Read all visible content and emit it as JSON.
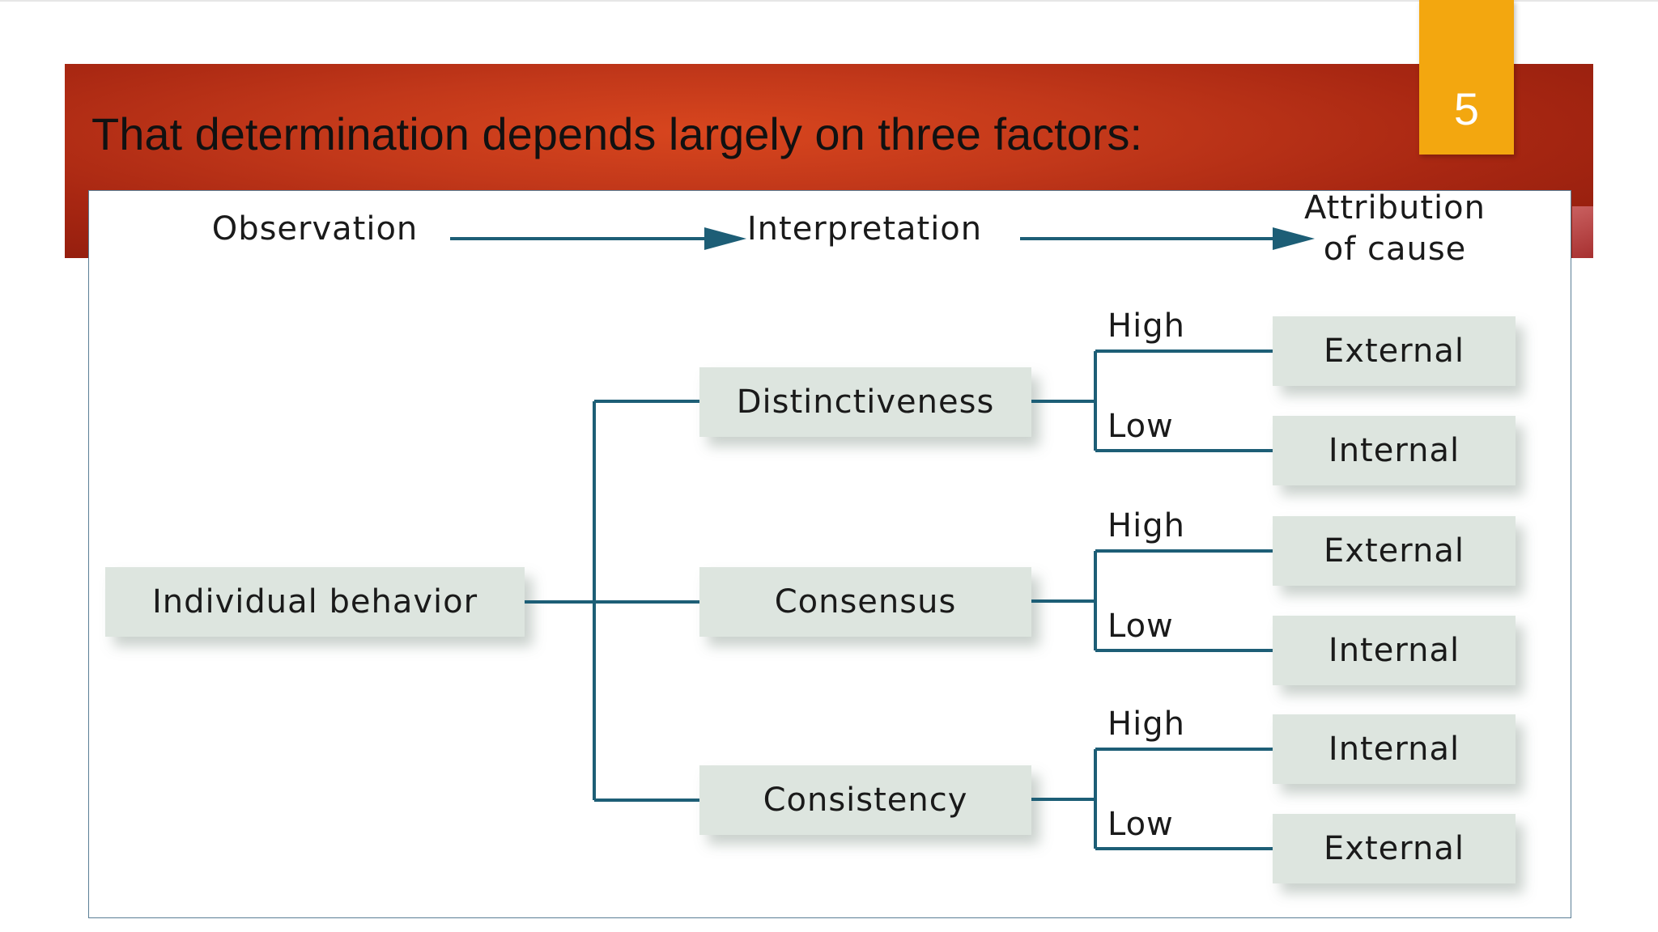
{
  "slide": {
    "title": "That determination depends largely on three factors:",
    "page_number": "5"
  },
  "diagram": {
    "headers": {
      "observation": "Observation",
      "interpretation": "Interpretation",
      "attribution_line1": "Attribution",
      "attribution_line2": "of cause"
    },
    "root": "Individual behavior",
    "factors": [
      {
        "label": "Distinctiveness",
        "high_label": "High",
        "low_label": "Low",
        "high_result": "External",
        "low_result": "Internal"
      },
      {
        "label": "Consensus",
        "high_label": "High",
        "low_label": "Low",
        "high_result": "External",
        "low_result": "Internal"
      },
      {
        "label": "Consistency",
        "high_label": "High",
        "low_label": "Low",
        "high_result": "Internal",
        "low_result": "External"
      }
    ]
  },
  "colors": {
    "banner": "#b52d15",
    "page_tab": "#f3a70f",
    "connector": "#1d5e76",
    "node_fill": "#dde5df"
  }
}
